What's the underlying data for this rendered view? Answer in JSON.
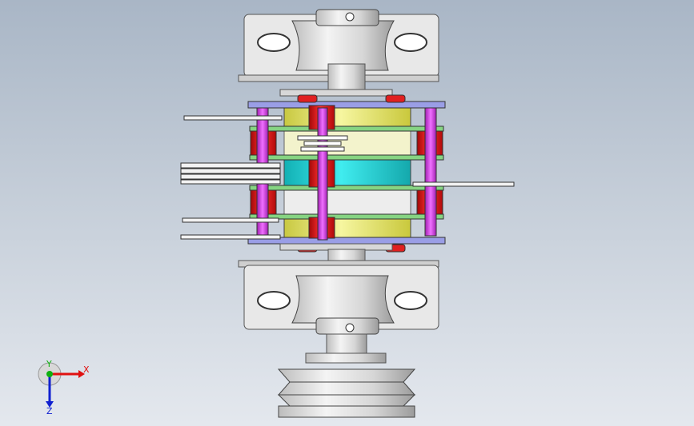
{
  "viewport": {
    "background_top": "#a9b6c6",
    "background_bottom": "#e4e8ee"
  },
  "colors": {
    "housing": "#e6e6e6",
    "housing_shadow": "#9a9a9a",
    "shaft": "#d8d8d8",
    "plate_blue": "#8f92e0",
    "plate_green": "#7ccf78",
    "rotor_yellow": "#eef08a",
    "rotor_cyan": "#2fd8dc",
    "roller_red": "#e01515",
    "rod_magenta": "#e03cf0",
    "pulley": "#cfcfcf"
  },
  "triad": {
    "x_label": "X",
    "y_label": "Y",
    "z_label": "Z",
    "x_color": "#e01010",
    "y_color": "#10b010",
    "z_color": "#1020d0"
  }
}
